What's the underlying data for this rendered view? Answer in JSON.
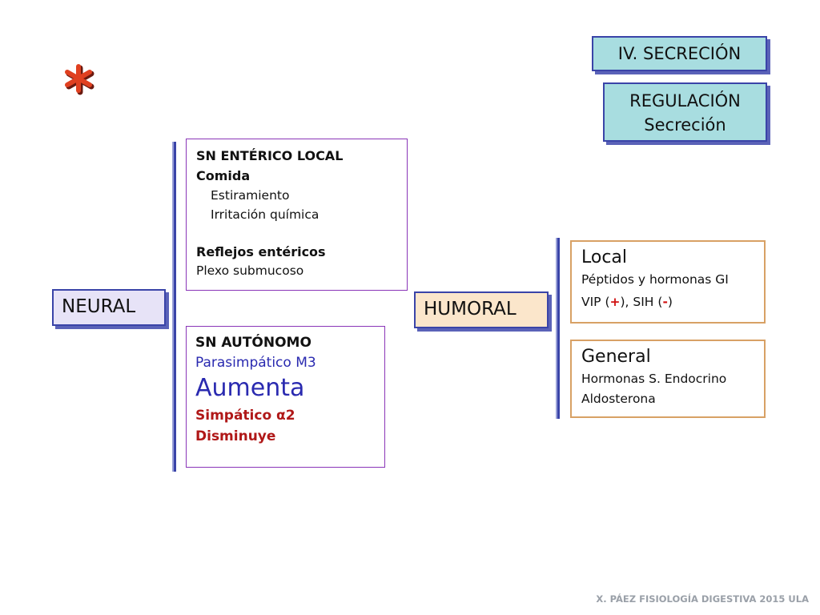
{
  "header": {
    "section_title": "IV. SECRECIÓN",
    "regulation_line1": "REGULACIÓN",
    "regulation_line2": "Secreción"
  },
  "decoration": {
    "asterisk_color": "#e04020",
    "asterisk_icon": "asterisk-icon"
  },
  "neural": {
    "label": "NEURAL",
    "enteric": {
      "title": "SN ENTÉRICO LOCAL",
      "stimulus": "Comida",
      "stimulus_items": [
        "Estiramiento",
        "Irritación química"
      ],
      "reflex_title": "Reflejos entéricos",
      "plexus": "Plexo submucoso"
    },
    "autonomic": {
      "title": "SN AUTÓNOMO",
      "parasympathetic": "Parasimpático M3",
      "increase": "Aumenta",
      "sympathetic": "Simpático α2",
      "decrease": "Disminuye"
    }
  },
  "humoral": {
    "label": "HUMORAL",
    "local": {
      "title": "Local",
      "line1": "Péptidos y hormonas GI",
      "line2_prefix": "VIP (",
      "line2_plus": "+",
      "line2_mid": "), SIH (",
      "line2_minus": "-",
      "line2_suffix": ")"
    },
    "general": {
      "title": "General",
      "line1": "Hormonas S. Endocrino",
      "line2": "Aldosterona"
    }
  },
  "colors": {
    "header_fill": "#a8dde0",
    "neural_fill": "#e7e3f7",
    "humoral_fill": "#fbe6cb",
    "parasympathetic_blue": "#2a2ab0",
    "sympathetic_red": "#b01818",
    "sign_red": "#d01010"
  },
  "footer": "X. PÁEZ   FISIOLOGÍA DIGESTIVA 2015 ULA"
}
